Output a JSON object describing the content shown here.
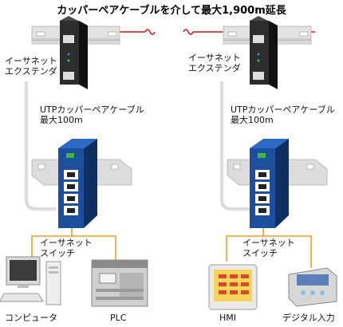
{
  "title": "カッパーペアケーブルを介して最大1,900m延長",
  "left": {
    "extender_label": "イーサネット\nエクステンダ",
    "cable_label": "UTPカッパーペアケーブル\n最大100m",
    "switch_label": "イーサネット\nスイッチ",
    "devices": [
      "コンピュータ",
      "PLC"
    ]
  },
  "right": {
    "extender_label": "イーサネット\nエクステンダ",
    "cable_label": "UTPカッパーペアケーブル\n最大100m",
    "switch_label": "イーサネット\nスイッチ",
    "devices": [
      "HMI",
      "デジタル入力"
    ]
  },
  "colors": {
    "copper_link": "#d1121b",
    "ethernet_link": "#f19c2c",
    "switch_blue": "#1d4f9c",
    "rail": "#d4d4d4"
  }
}
